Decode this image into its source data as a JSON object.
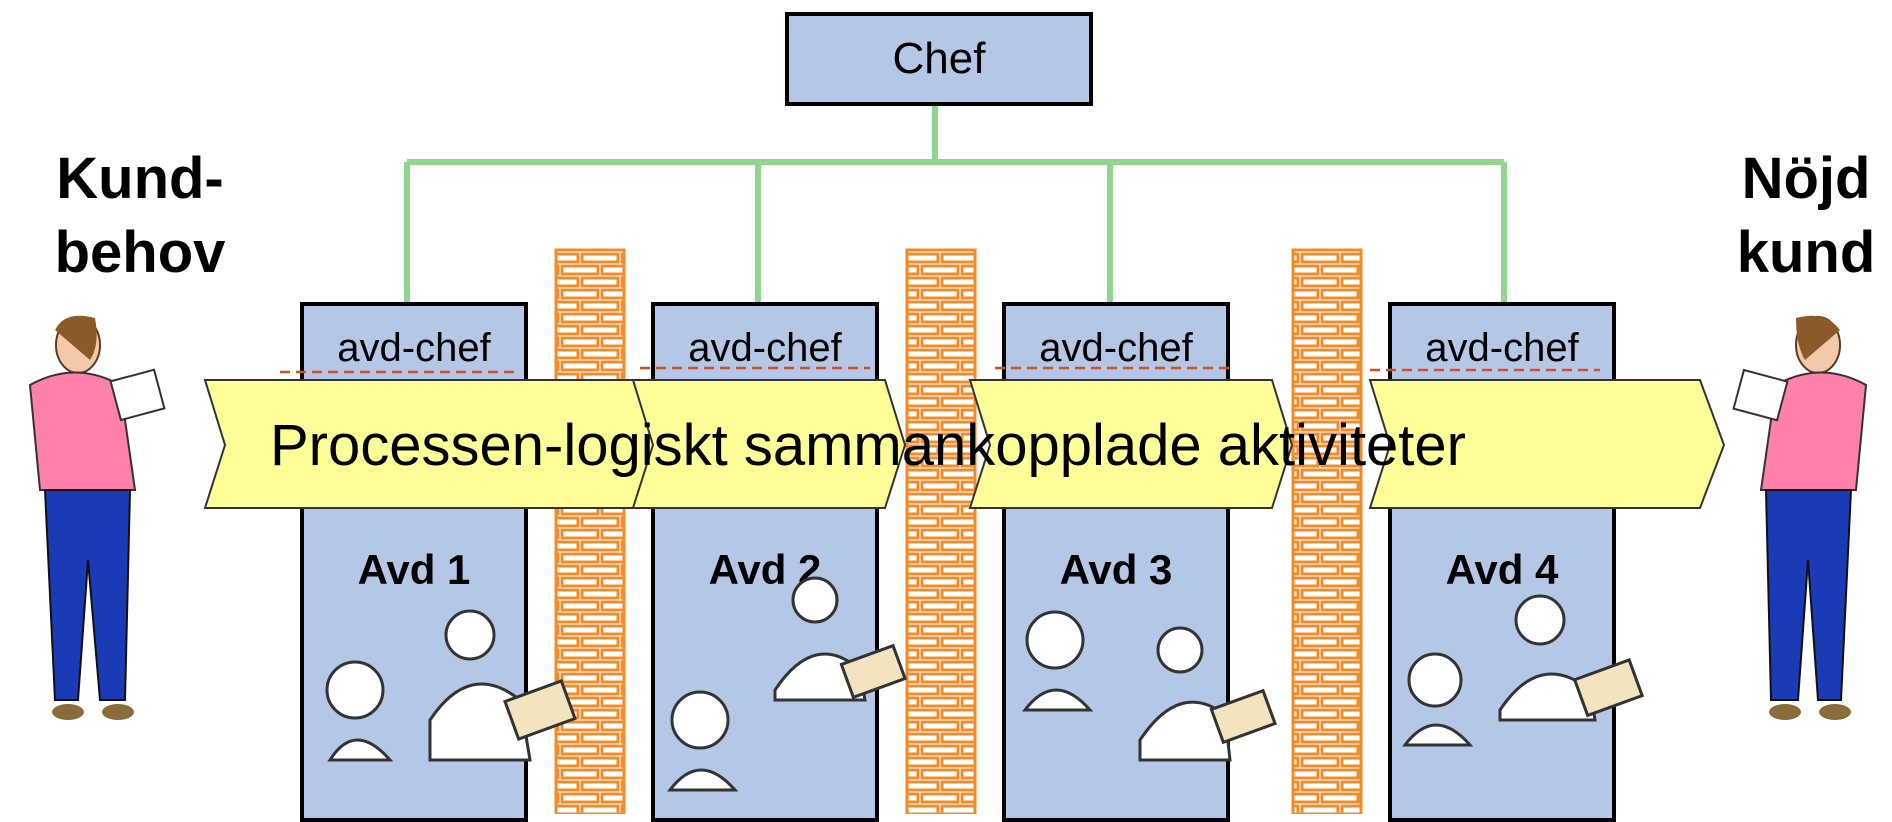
{
  "top": {
    "title": "Chef"
  },
  "departments": [
    {
      "head": "avd-chef",
      "name": "Avd 1"
    },
    {
      "head": "avd-chef",
      "name": "Avd 2"
    },
    {
      "head": "avd-chef",
      "name": "Avd 3"
    },
    {
      "head": "avd-chef",
      "name": "Avd 4"
    }
  ],
  "left_label": {
    "line1": "Kund-",
    "line2": "behov"
  },
  "right_label": {
    "line1": "Nöjd",
    "line2": "kund"
  },
  "process": {
    "text": "Processen-logiskt sammankopplade aktiviteter"
  },
  "colors": {
    "box_fill": "#b4c7e7",
    "connector": "#92d68e",
    "arrow_fill": "#ffff99",
    "wall": "#f28c28",
    "dash": "#d05020"
  },
  "icons": {
    "customer": "woman-with-paper-icon",
    "worker": "doctor-icon",
    "wall": "brick-wall-icon"
  }
}
